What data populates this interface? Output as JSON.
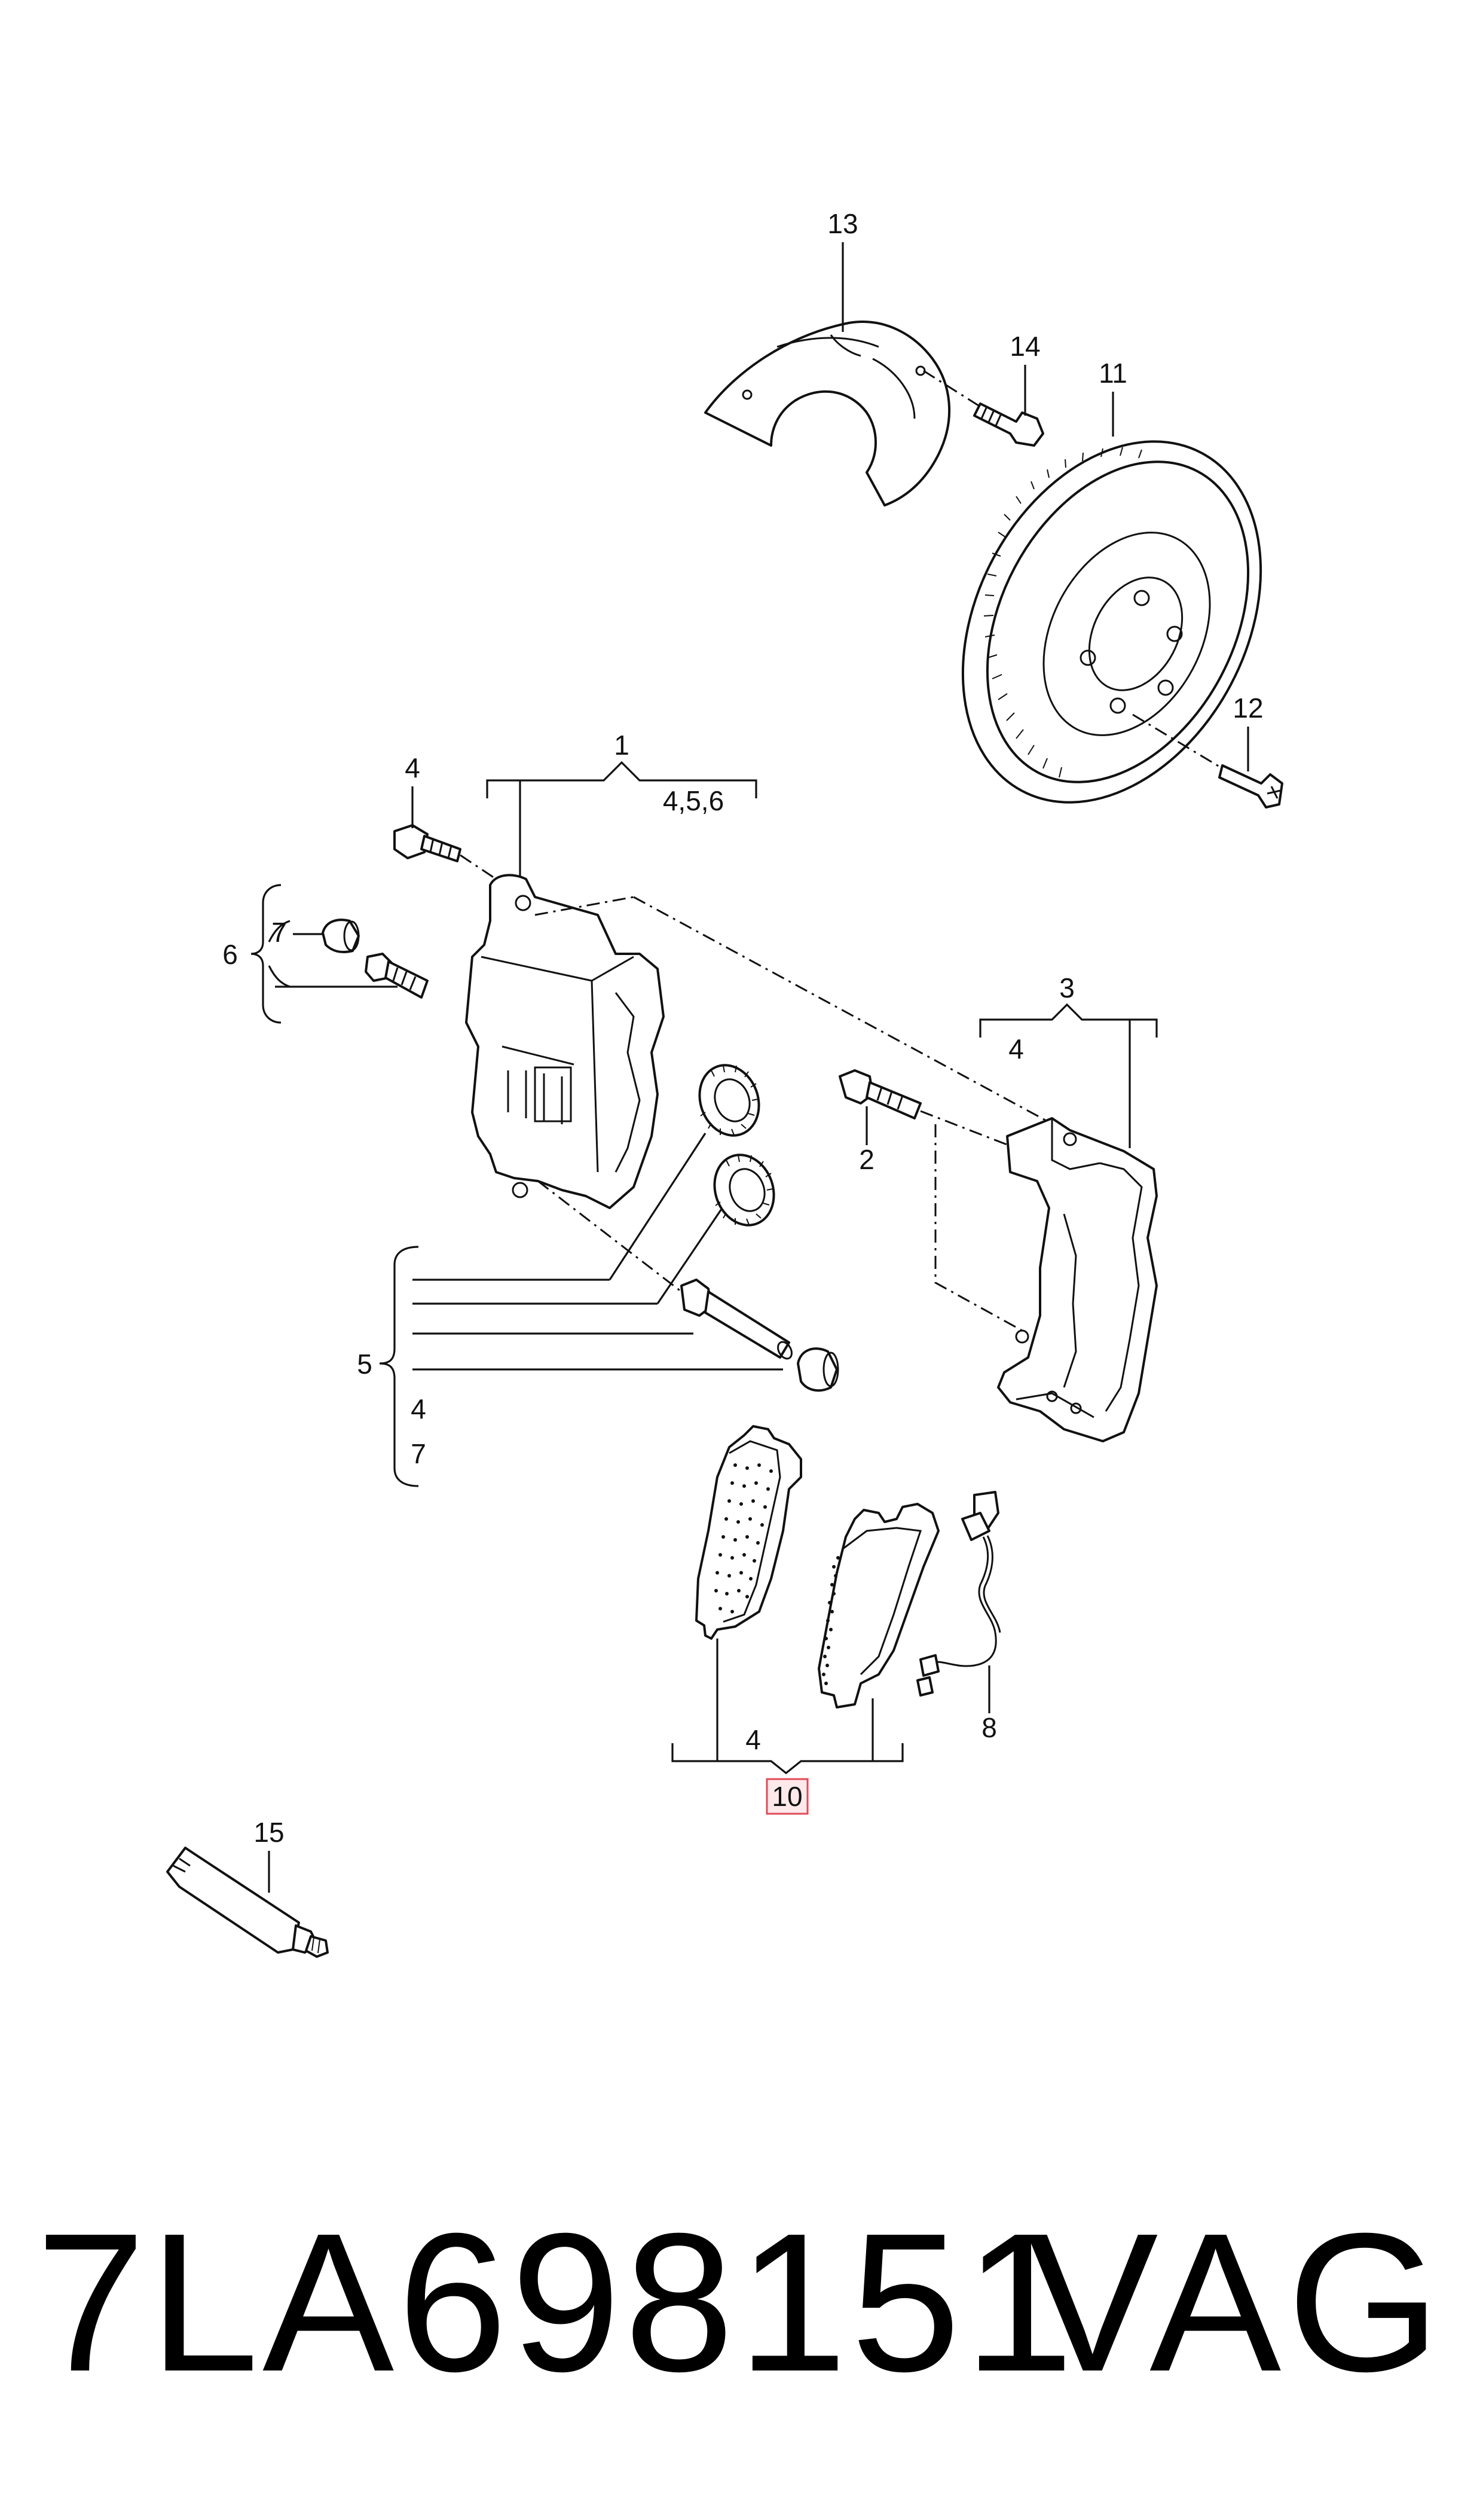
{
  "diagram": {
    "callouts": {
      "c1": "1",
      "c1_sub": "4,5,6",
      "c2": "2",
      "c3": "3",
      "c3_sub": "4",
      "c4_bolt": "4",
      "c5": "5",
      "c5_sub_a": "4",
      "c5_sub_b": "7",
      "c6": "6",
      "c7": "7",
      "c8": "8",
      "c10": "10",
      "c10_sub": "4",
      "c11": "11",
      "c12": "12",
      "c13": "13",
      "c14": "14",
      "c15": "15"
    },
    "highlight_color": "#e04b5a",
    "highlight_fill": "#fde8ea"
  },
  "footer": {
    "part_number": "7LA698151",
    "brand": "VAG"
  }
}
